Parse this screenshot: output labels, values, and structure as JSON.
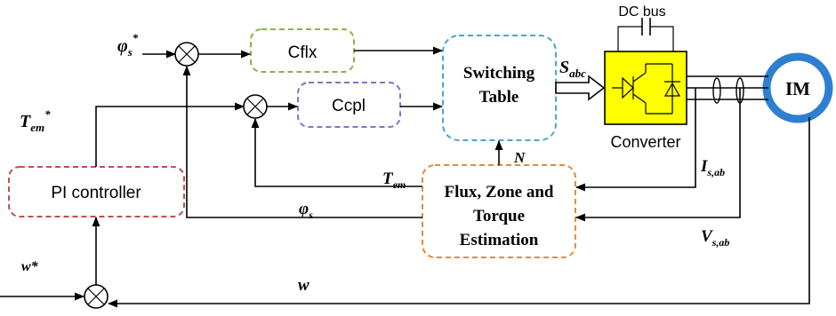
{
  "blocks": {
    "cflx": "Cflx",
    "ccpl": "Ccpl",
    "switching_table": [
      "Switching",
      "Table"
    ],
    "pi_controller": "PI controller",
    "estimation": [
      "Flux, Zone and",
      "Torque",
      "Estimation"
    ],
    "converter": "Converter",
    "dc_bus": "DC bus",
    "motor": "IM"
  },
  "signals": {
    "phi_ref": {
      "base": "φ",
      "sub": "s",
      "sup": "*"
    },
    "tem_ref": {
      "base": "T",
      "sub": "em",
      "sup": "*"
    },
    "s_abc": {
      "base": "S",
      "sub": "abc"
    },
    "n": "N",
    "tem": {
      "base": "T",
      "sub": "em"
    },
    "phi_s": {
      "base": "φ",
      "sub": "s"
    },
    "i_sab": {
      "base": "I",
      "sub": "s,ab"
    },
    "v_sab": {
      "base": "V",
      "sub": "s,ab"
    },
    "w_ref": "w*",
    "w": "w"
  },
  "colors": {
    "cflx_border": "#8db04a",
    "ccpl_border": "#8b6fc9",
    "switching_border": "#4aa3d6",
    "pi_border": "#c0504d",
    "estimation_border": "#e58a3c",
    "converter_fill": "#ffff00",
    "motor_ring": "#2e7fd0"
  }
}
